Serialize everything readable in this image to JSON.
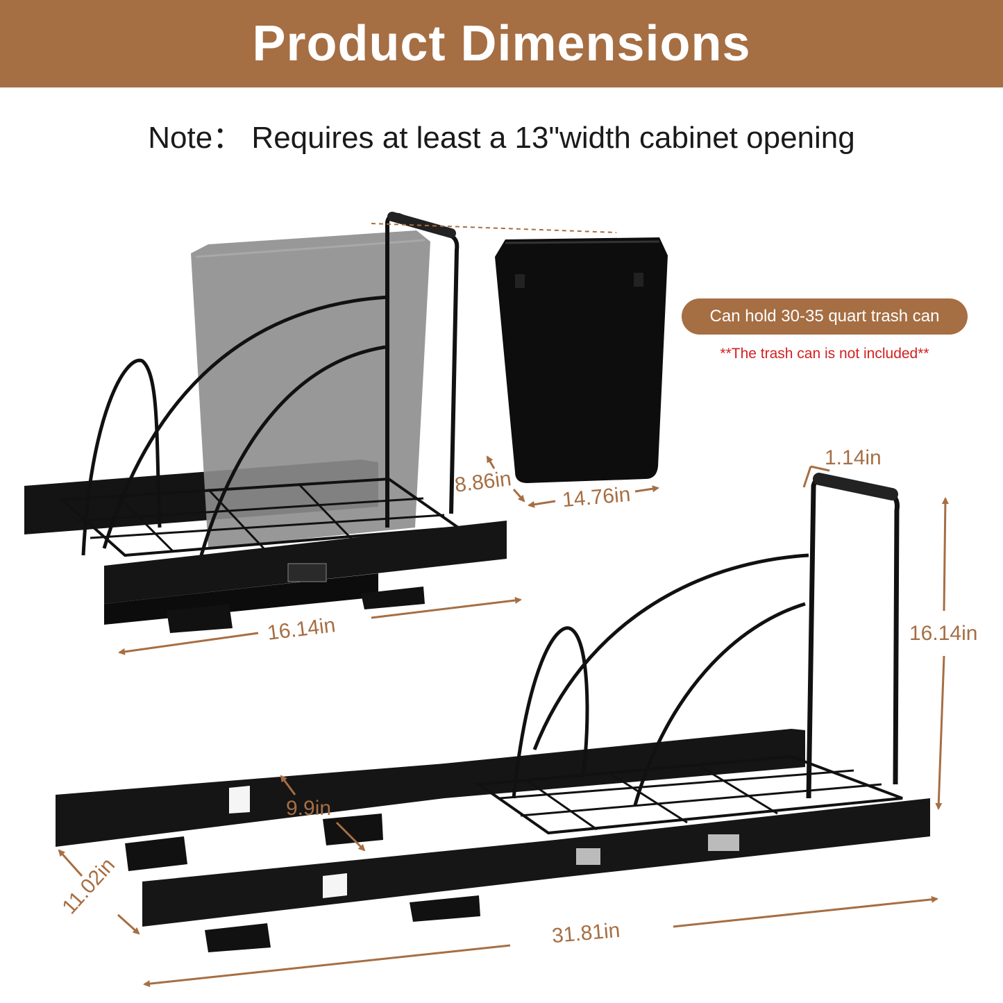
{
  "header": {
    "title": "Product Dimensions"
  },
  "note": "Note： Requires at least a 13\"width cabinet opening",
  "badge": "Can hold 30-35 quart trash can",
  "disclaimer": "**The trash can is not included**",
  "dimensions": {
    "top_depth": "8.86in",
    "top_can_width": "14.76in",
    "top_length": "16.14in",
    "handle_width": "1.14in",
    "height": "16.14in",
    "slide_gap": "9.9in",
    "bottom_width": "11.02in",
    "extended_length": "31.81in"
  },
  "colors": {
    "brand": "#a66e43",
    "warning": "#d32020",
    "product": "#111111",
    "ghost_can": "#8a8a8a"
  }
}
